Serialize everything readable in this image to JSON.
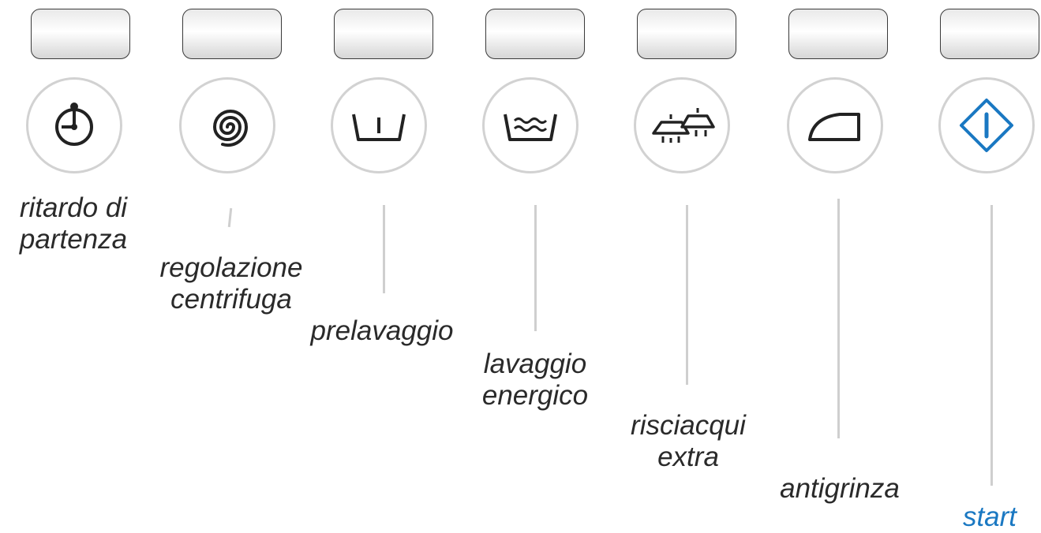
{
  "controls": [
    {
      "id": "delay",
      "icon": "delay-timer-icon",
      "label_lines": [
        "ritardo di",
        "partenza"
      ]
    },
    {
      "id": "spin",
      "icon": "spin-spiral-icon",
      "label_lines": [
        "regolazione",
        "centrifuga"
      ]
    },
    {
      "id": "prewash",
      "icon": "prewash-tub-icon",
      "label_lines": [
        "prelavaggio"
      ]
    },
    {
      "id": "intense",
      "icon": "intensive-wash-icon",
      "label_lines": [
        "lavaggio",
        "energico"
      ]
    },
    {
      "id": "rinse",
      "icon": "extra-rinse-icon",
      "label_lines": [
        "risciacqui",
        "extra"
      ]
    },
    {
      "id": "crease",
      "icon": "anti-crease-iron-icon",
      "label_lines": [
        "antigrinza"
      ]
    },
    {
      "id": "start",
      "icon": "start-power-icon",
      "label_lines": [
        "start"
      ]
    }
  ],
  "colors": {
    "start_accent": "#1a78c2",
    "text": "#2a2a2a",
    "ring": "#d2d2d2"
  }
}
